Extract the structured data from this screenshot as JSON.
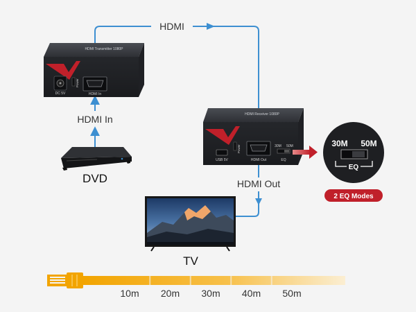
{
  "labels": {
    "top_link": "HDMI",
    "transmitter_title": "HDMI Transmitter 1080P",
    "transmitter_dc": "DC 5V",
    "transmitter_power": "Power",
    "transmitter_port": "HDMI In",
    "hdmi_in": "HDMI In",
    "dvd": "DVD",
    "receiver_title": "HDMI Receiver 1080P",
    "receiver_usb": "USB 5V",
    "receiver_power": "Power",
    "receiver_port": "HDMI Out",
    "receiver_eq_30": "30M",
    "receiver_eq_50": "50M",
    "receiver_eq": "EQ",
    "zoom_30": "30M",
    "zoom_50": "50M",
    "zoom_eq": "EQ",
    "eq_modes": "2 EQ Modes",
    "hdmi_out": "HDMI Out",
    "tv": "TV"
  },
  "distances": [
    "10m",
    "20m",
    "30m",
    "40m",
    "50m"
  ],
  "colors": {
    "link_blue": "#3d8fd1",
    "brand_red": "#c0202a",
    "device_dark": "#2b2d31",
    "cable_start": "#f2a900",
    "cable_end": "#fbe7b8"
  }
}
